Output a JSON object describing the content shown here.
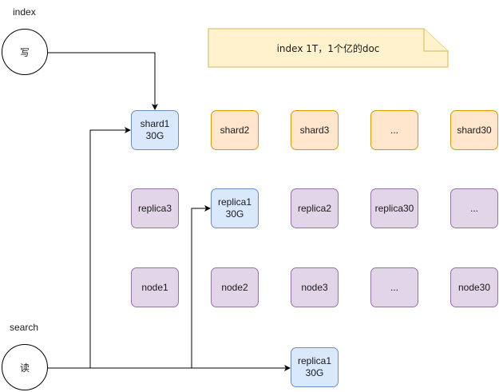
{
  "labels": {
    "index": "index",
    "search": "search",
    "write": "写",
    "read": "读"
  },
  "note": "index 1T，1个亿的doc",
  "row_shards": [
    "shard1\n30G",
    "shard2",
    "shard3",
    "...",
    "shard30"
  ],
  "row_replicas": [
    "replica3",
    "replica1\n30G",
    "replica2",
    "replica30",
    "..."
  ],
  "row_nodes": [
    "node1",
    "node2",
    "node3",
    "...",
    "node30"
  ],
  "bottom_replica": "replica1\n30G",
  "colors": {
    "blue_fill": "#dae8fc",
    "blue_stroke": "#6c8ebf",
    "orange_fill": "#ffe6cc",
    "orange_stroke": "#d79b00",
    "purple_fill": "#e1d5e7",
    "purple_stroke": "#9673a6",
    "note_fill": "#fff2cc",
    "note_stroke": "#d6b656"
  }
}
